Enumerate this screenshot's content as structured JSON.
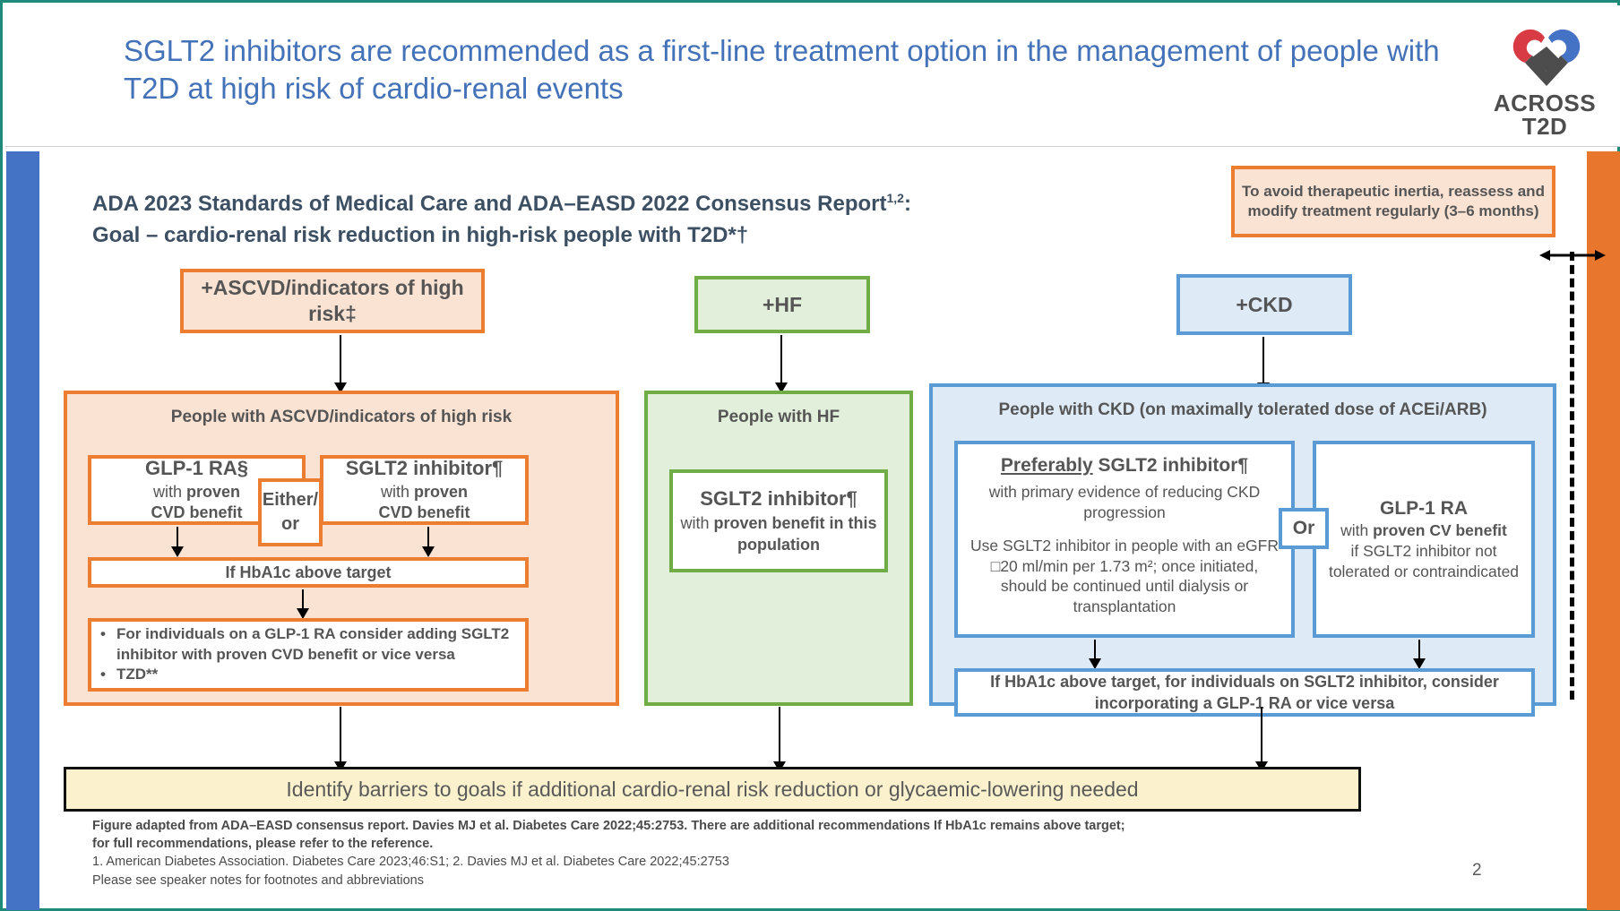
{
  "slide": {
    "title": "SGLT2 inhibitors are recommended as a first-line treatment option in the management of people with T2D at high risk of cardio-renal events",
    "page_number": "2",
    "accent_teal": "#1f8a7a",
    "accent_blue_bar": "#4472c4",
    "accent_orange_bar": "#e8762c",
    "title_color": "#4472b8"
  },
  "logo": {
    "word1": "ACROSS",
    "word2": "T2D",
    "red": "#d93b45",
    "blue": "#4472c4",
    "gray": "#4d4d4d"
  },
  "section": {
    "heading_line1": "ADA 2023 Standards of Medical Care and ADA–EASD 2022 Consensus Report",
    "heading_sup1": "1,2",
    "heading_line1_tail": ":",
    "heading_line2": "Goal – cardio-renal risk reduction in high-risk people with T2D*†"
  },
  "inertia_callout": {
    "text": "To avoid therapeutic inertia, reassess and modify treatment regularly (3–6 months)",
    "border": "#ed7d31",
    "fill": "#fbe3d3"
  },
  "columns": {
    "ascvd": {
      "tag": "+ASCVD/indicators of high risk‡",
      "panel_title": "People with ASCVD/indicators of high risk",
      "left_box": {
        "line1": "GLP-1 RA§",
        "line2_plain": "with ",
        "line2_bold": "proven",
        "line3_bold": "CVD benefit"
      },
      "connector": "Either/ or",
      "right_box": {
        "line1": "SGLT2 inhibitor¶",
        "line2_plain": "with ",
        "line2_bold": "proven",
        "line3_bold": "CVD benefit"
      },
      "hba1c_box": "If HbA1c above target",
      "bullets": [
        "For individuals on a GLP-1 RA consider adding SGLT2 inhibitor with proven CVD benefit or vice versa",
        "TZD**"
      ],
      "border": "#ed7d31",
      "fill": "#fbe3d3"
    },
    "hf": {
      "tag": "+HF",
      "panel_title": "People with HF",
      "box": {
        "line1": "SGLT2 inhibitor¶",
        "line2_plain": "with ",
        "line2_bold": "proven benefit in this population"
      },
      "border": "#70ad47",
      "fill": "#e2efda"
    },
    "ckd": {
      "tag": "+CKD",
      "panel_title": "People with CKD (on maximally tolerated dose of ACEi/ARB)",
      "left_box": {
        "heading_underlined": "Preferably",
        "heading_rest": " SGLT2 inhibitor¶",
        "para1": "with primary evidence of reducing CKD progression",
        "para2": "Use SGLT2 inhibitor in people with an eGFR □20 ml/min per 1.73 m²; once initiated, should be continued until dialysis or transplantation"
      },
      "connector": "Or",
      "right_box": {
        "line1": "GLP-1 RA",
        "line2_plain": "with ",
        "line2_bold": "proven CV benefit",
        "line3": "if SGLT2 inhibitor not tolerated or contraindicated"
      },
      "bottom_box": "If HbA1c above target, for individuals on SGLT2 inhibitor, consider incorporating a GLP-1 RA or vice versa",
      "border": "#5b9bd5",
      "fill": "#deebf7"
    }
  },
  "banner": {
    "text": "Identify barriers to goals if additional cardio-renal risk reduction or glycaemic-lowering needed",
    "fill": "#fbf2cd"
  },
  "footnotes": {
    "line1": "Figure adapted from ADA–EASD consensus report. Davies MJ et al. Diabetes Care 2022;45:2753. There are additional recommendations If HbA1c remains above target;",
    "line2": "for full recommendations, please refer to the reference.",
    "line3": "1. American Diabetes Association. Diabetes Care 2023;46:S1; 2. Davies MJ et al. Diabetes Care 2022;45:2753",
    "line4": "Please see speaker notes for footnotes and abbreviations"
  }
}
